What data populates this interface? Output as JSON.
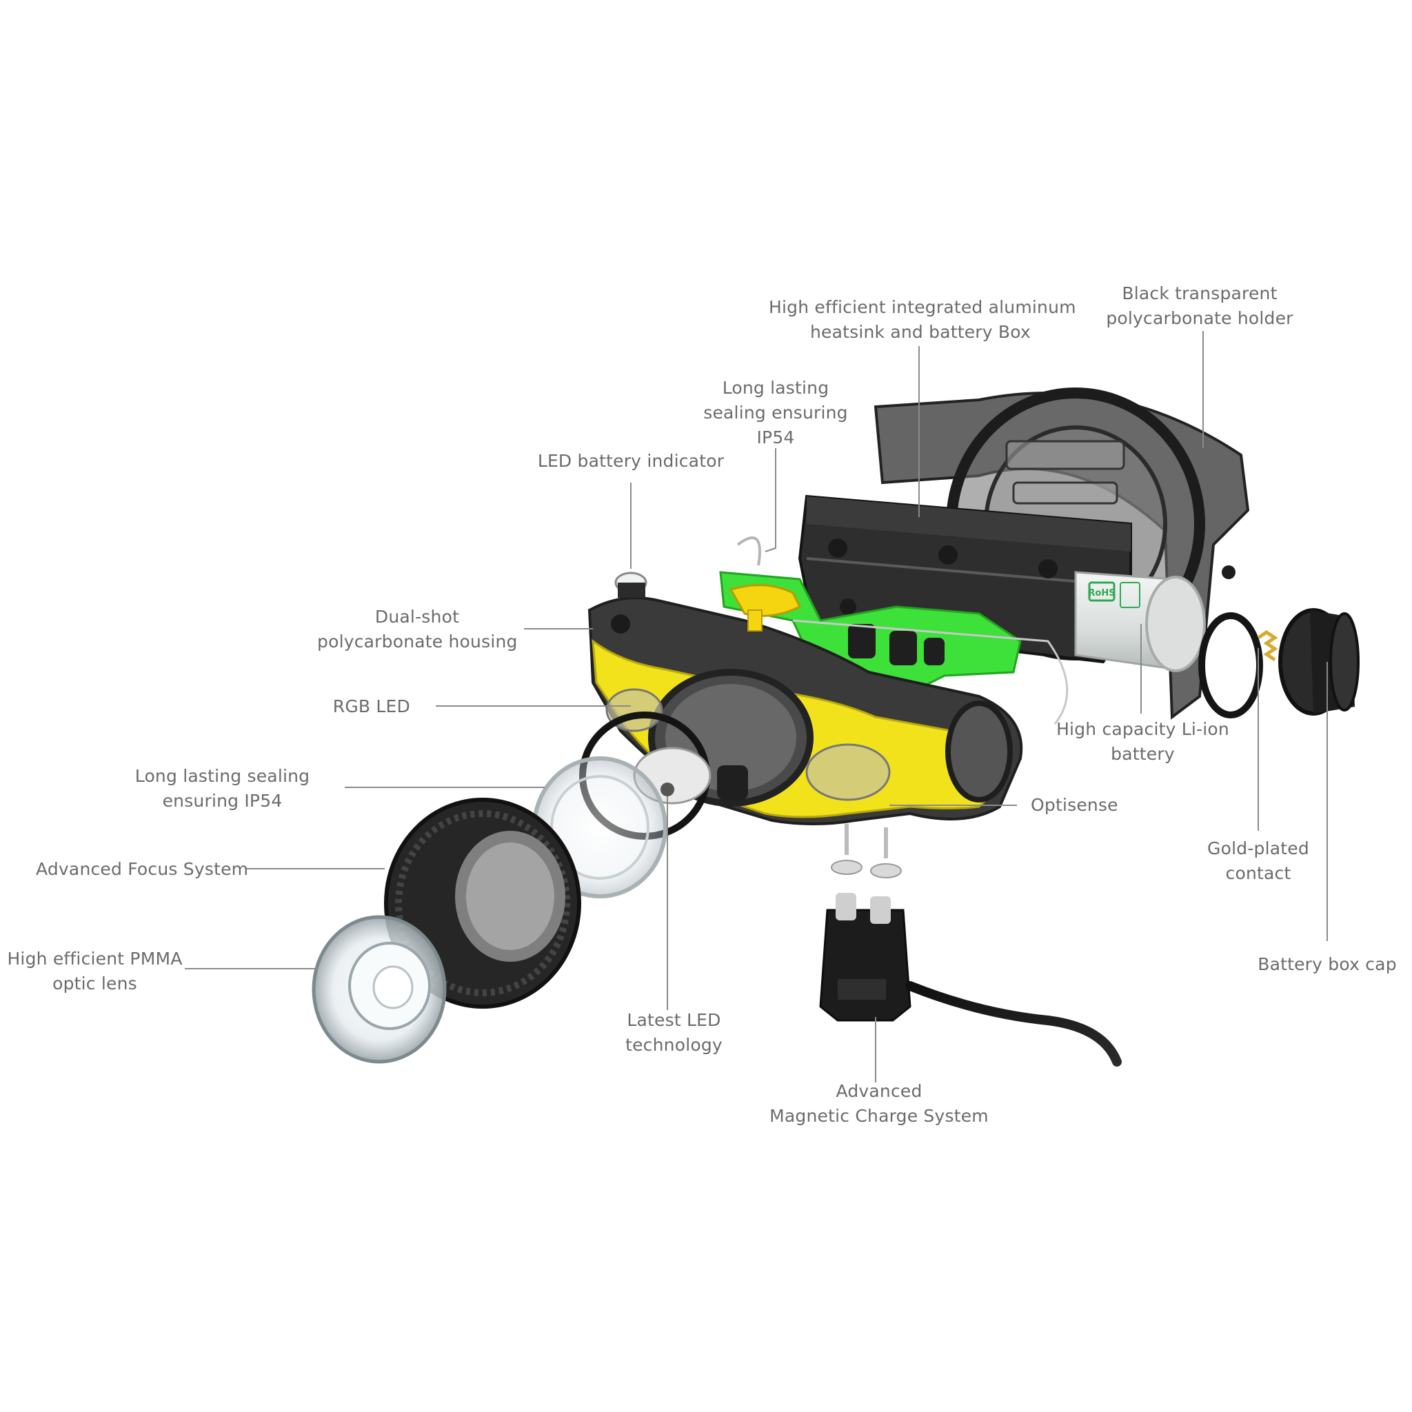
{
  "diagram": {
    "subject": "Exploded view of headlamp components",
    "colors": {
      "housing_yellow": "#f2e21b",
      "housing_dark": "#3a3a3a",
      "board_green": "#3ee03a",
      "label_text": "#6b6b6b",
      "leader_line": "#8a8a8a"
    },
    "labels": {
      "heatsink": {
        "line1": "High efficient  integrated aluminum",
        "line2": "heatsink and battery Box"
      },
      "holder": {
        "line1": "Black transparent",
        "line2": "polycarbonate holder"
      },
      "sealing_top": {
        "line1": "Long lasting",
        "line2": "sealing ensuring",
        "line3": "IP54"
      },
      "led_indicator": {
        "line1": "LED battery indicator"
      },
      "housing": {
        "line1": "Dual-shot",
        "line2": "polycarbonate housing"
      },
      "rgb_led": {
        "line1": "RGB LED"
      },
      "sealing_left": {
        "line1": "Long lasting sealing",
        "line2": "ensuring  IP54"
      },
      "focus": {
        "line1": "Advanced Focus System"
      },
      "pmma_lens": {
        "line1": "High efficient PMMA",
        "line2": "optic lens"
      },
      "latest_led": {
        "line1": "Latest LED",
        "line2": "technology"
      },
      "magnetic_charge": {
        "line1": "Advanced",
        "line2": "Magnetic Charge System"
      },
      "optisense": {
        "line1": "Optisense"
      },
      "battery": {
        "line1": "High capacity Li-ion",
        "line2": "battery"
      },
      "gold_contact": {
        "line1": "Gold-plated",
        "line2": "contact"
      },
      "battery_cap": {
        "line1": "Battery box cap"
      }
    },
    "battery_marking": "RoHS"
  }
}
